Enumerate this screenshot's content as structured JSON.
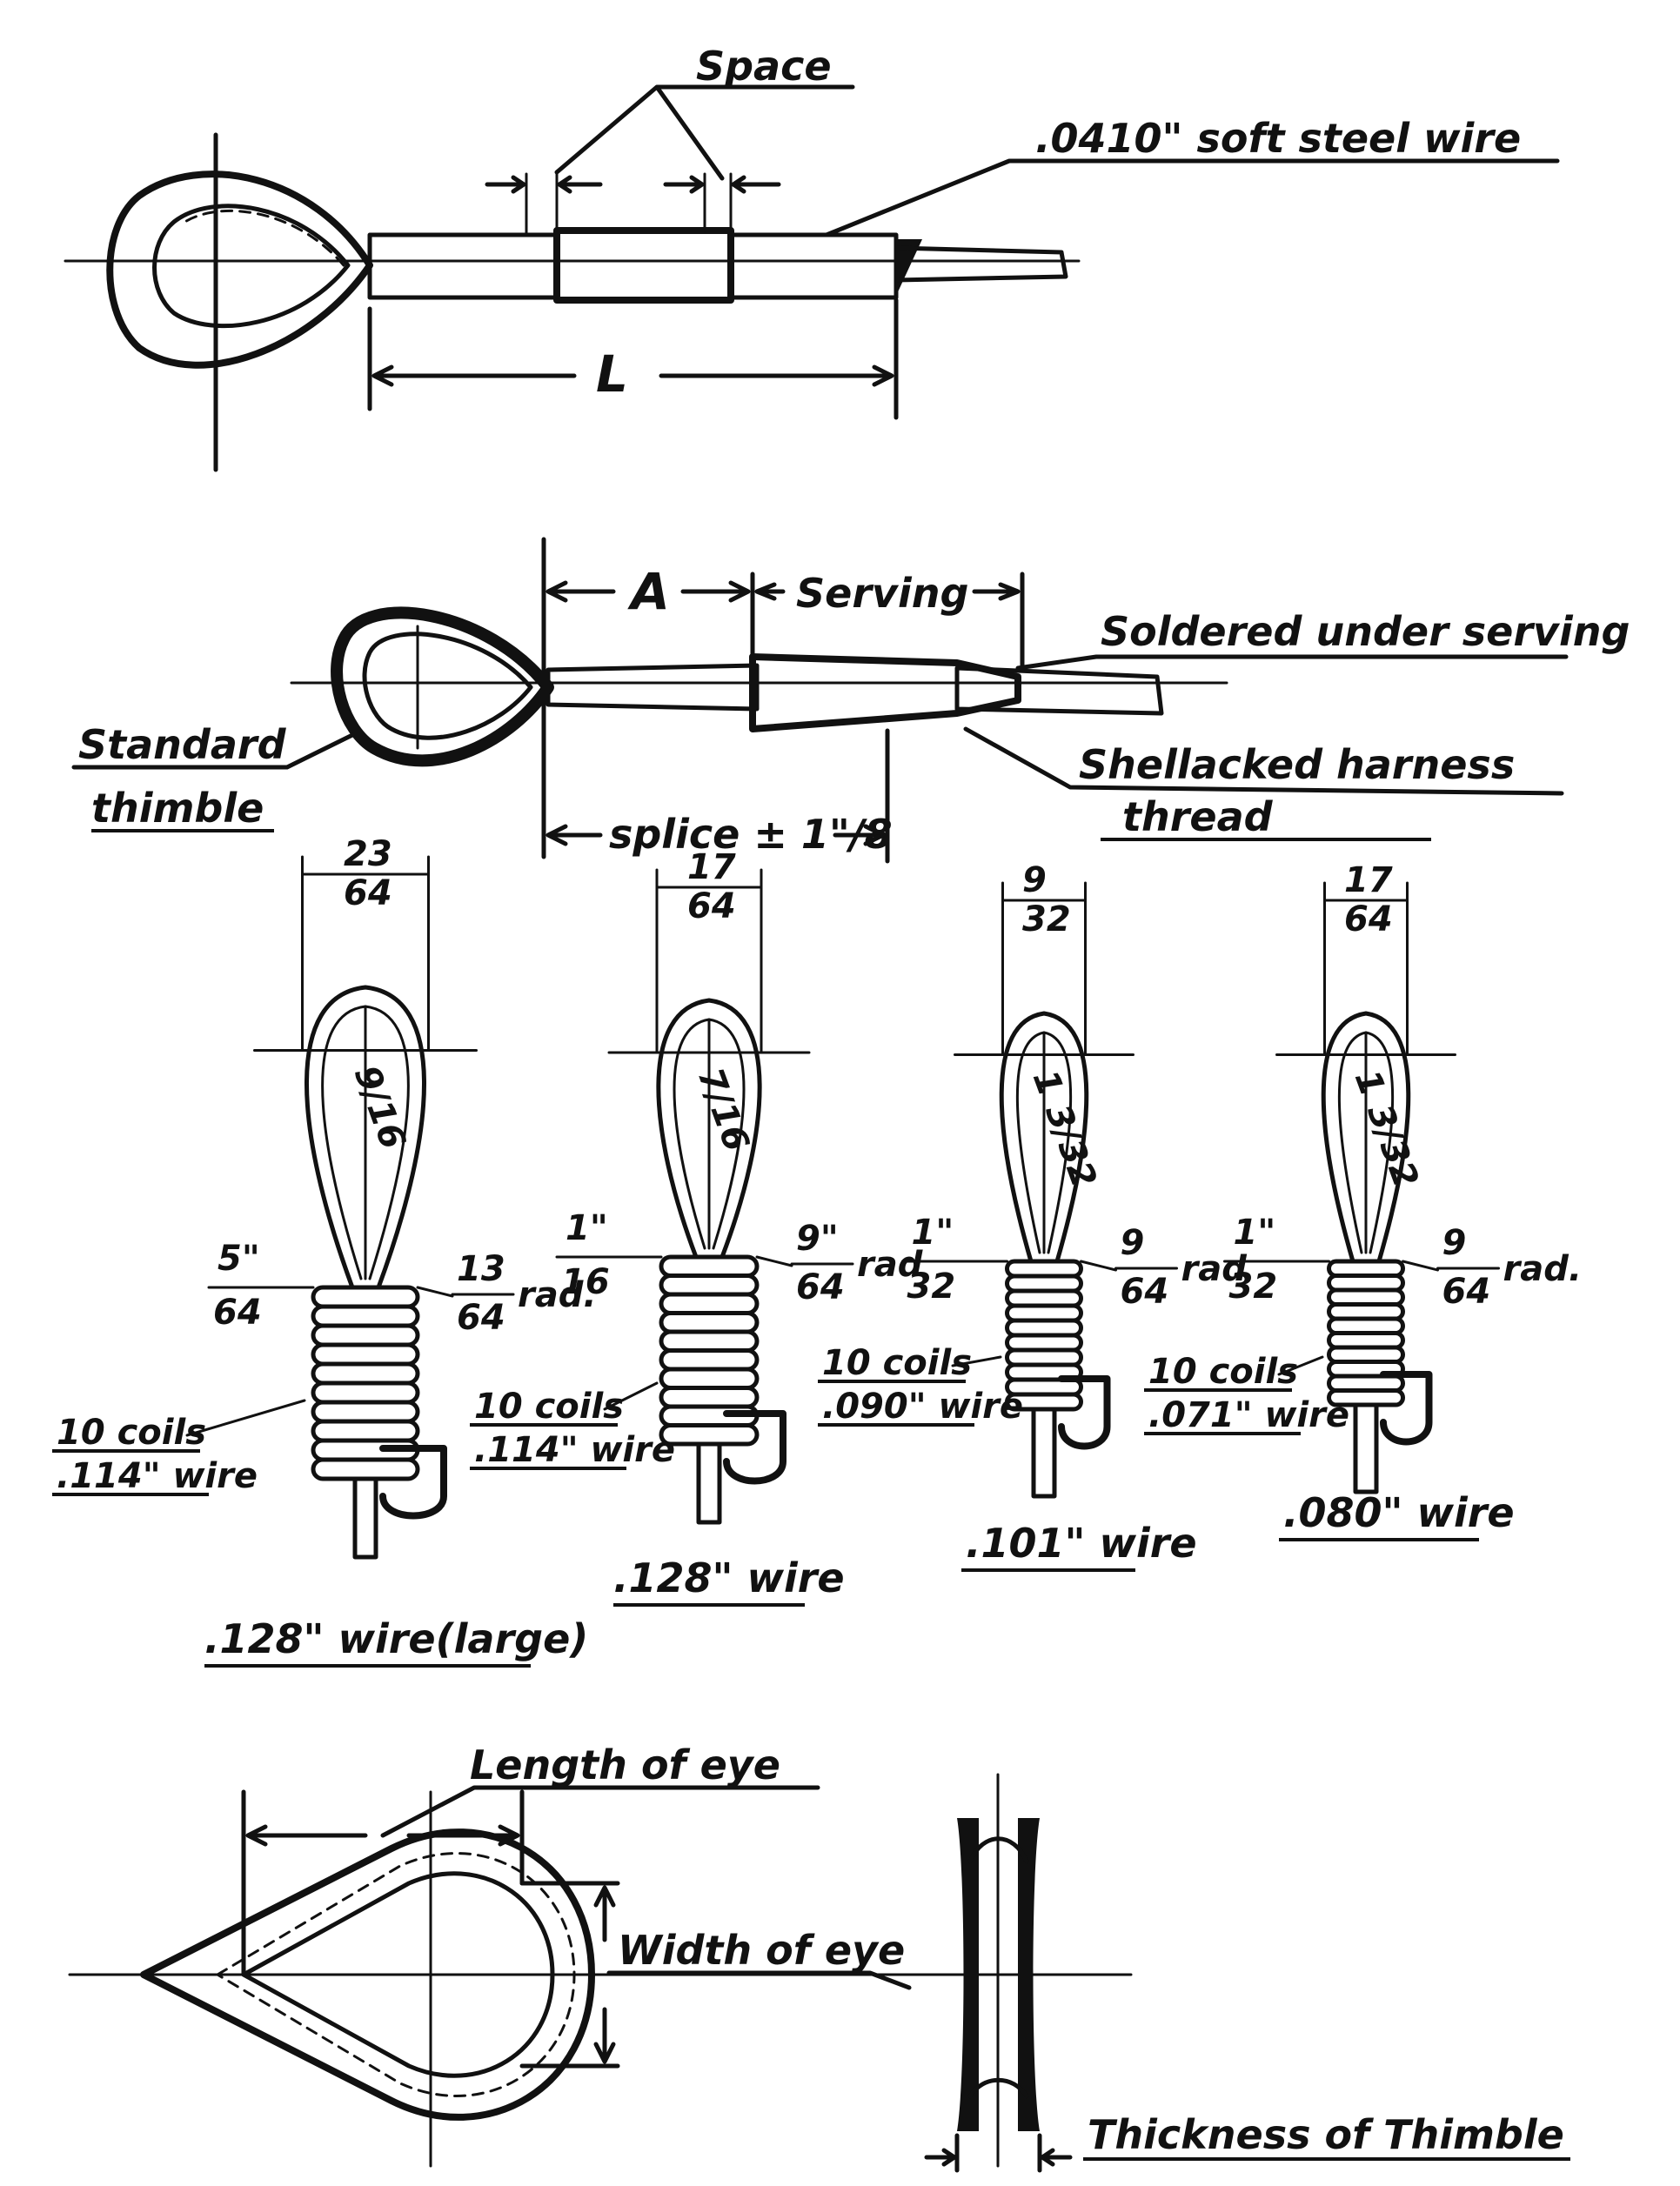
{
  "fig1": {
    "space_label": "Space",
    "wire_label": ".0410\" soft steel wire",
    "length_label": "L"
  },
  "fig2": {
    "a_label": "A",
    "serving_label": "Serving",
    "soldered_label": "Soldered under serving",
    "thimble_label_1": "Standard",
    "thimble_label_2": "thimble",
    "thread_label_1": "Shellacked harness",
    "thread_label_2": "thread",
    "splice_label": "splice ± 1\"/8"
  },
  "eyes": [
    {
      "width_num": "23",
      "width_den": "64",
      "length_text": "9/16",
      "left_num": "5\"",
      "left_den": "64",
      "rad_num": "13",
      "rad_den": "64",
      "rad_suffix": "rad.",
      "coils_line1": "10 coils",
      "coils_line2": ".114\" wire",
      "caption": ".128\" wire(large)"
    },
    {
      "width_num": "17",
      "width_den": "64",
      "length_text": "7/16",
      "left_num": "1\"",
      "left_den": "16",
      "rad_num": "9\"",
      "rad_den": "64",
      "rad_suffix": "rad",
      "coils_line1": "10 coils",
      "coils_line2": ".114\" wire",
      "caption": ".128\" wire"
    },
    {
      "width_num": "9",
      "width_den": "32",
      "length_text": "1 3/32",
      "left_num": "1\"",
      "left_den": "32",
      "rad_num": "9",
      "rad_den": "64",
      "rad_suffix": "rad",
      "coils_line1": "10 coils",
      "coils_line2": ".090\" wire",
      "caption": ".101\" wire"
    },
    {
      "width_num": "17",
      "width_den": "64",
      "length_text": "1 3/32",
      "left_num": "1\"",
      "left_den": "32",
      "rad_num": "9",
      "rad_den": "64",
      "rad_suffix": "rad.",
      "coils_line1": "10 coils",
      "coils_line2": ".071\" wire",
      "caption": ".080\" wire"
    }
  ],
  "fig4": {
    "length_label": "Length of eye",
    "width_label": "Width of eye",
    "thickness_label": "Thickness of Thimble"
  }
}
